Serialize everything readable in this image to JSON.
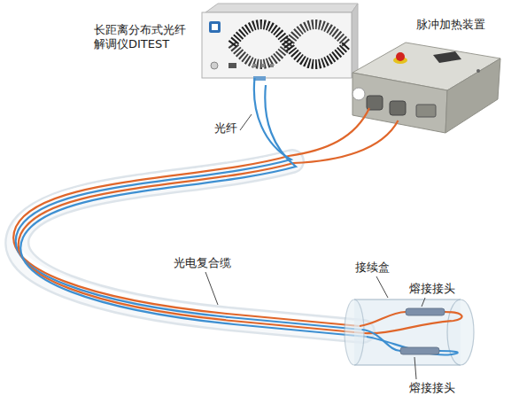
{
  "diagram": {
    "labels": [
      "长距离分布式光纤 解调仪DITEST",
      "脉冲加热装置",
      "光纤",
      "光电复合缆",
      "接续盒",
      "熔接接头",
      "熔接接头"
    ]
  }
}
